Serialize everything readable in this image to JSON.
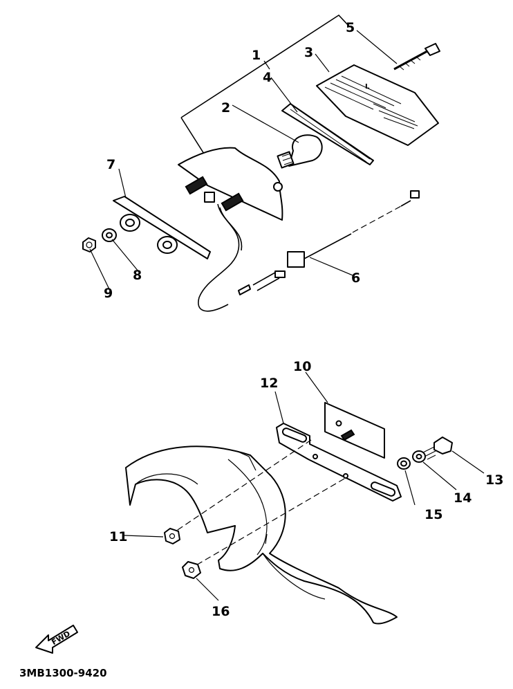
{
  "diagram": {
    "callouts": [
      "1",
      "2",
      "3",
      "4",
      "5",
      "6",
      "7",
      "8",
      "9",
      "10",
      "11",
      "12",
      "13",
      "14",
      "15",
      "16"
    ],
    "fwd_label": "FWD",
    "drawing_code": "3MB1300-9420"
  }
}
